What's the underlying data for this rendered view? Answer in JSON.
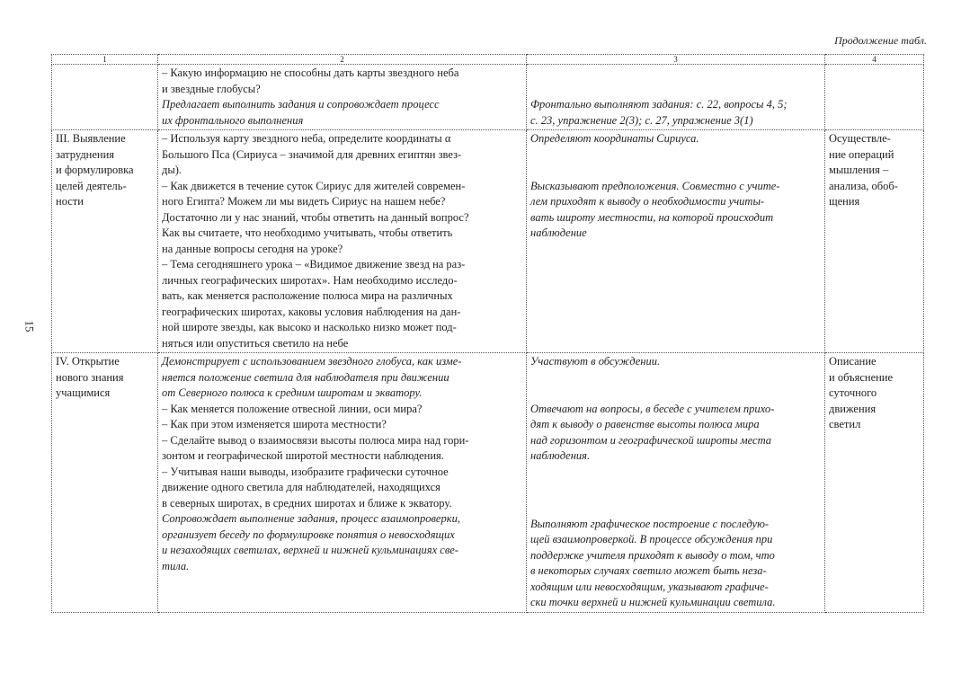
{
  "page_number": "15",
  "continuation": "Продолжение табл.",
  "headers": [
    "1",
    "2",
    "3",
    "4"
  ],
  "row0": {
    "c2_q": "– Какую информацию не способны дать карты звездного неба\nи звездные глобусы?",
    "c2_it": "Предлагает выполнить задания и сопровождает процесс\nих фронтального выполнения",
    "c3": "Фронтально выполняют задания: с. 22, вопросы 4, 5;\nс. 23, упражнение 2(3); с. 27, упражнение 3(1)"
  },
  "row1": {
    "c1": "III. Выявление\nзатруднения\nи формулировка\nцелей деятель-\nности",
    "c2": "– Используя карту звездного неба, определите координаты α\nБольшого Пса (Сириуса – значимой для древних египтян звез-\nды).\n– Как движется в течение суток Сириус для жителей современ-\nного Египта? Можем ли мы видеть Сириус на нашем небе?\nДостаточно ли у нас знаний, чтобы ответить на данный вопрос?\nКак вы считаете, что необходимо учитывать, чтобы ответить\nна данные вопросы сегодня на уроке?\n– Тема сегодняшнего урока – «Видимое движение звезд на раз-\nличных географических широтах». Нам необходимо исследо-\nвать, как меняется расположение полюса мира на различных\nгеографических широтах, каковы условия наблюдения на дан-\nной широте звезды, как высоко и насколько низко может под-\nняться или опуститься светило на небе",
    "c3_a": "Определяют координаты Сириуса.",
    "c3_b": "Высказывают предположения. Совместно с учите-\nлем приходят к выводу о необходимости учиты-\nвать широту местности, на которой происходит\nнаблюдение",
    "c4": "Осуществле-\nние операций\nмышления –\nанализа, обоб-\nщения"
  },
  "row2": {
    "c1": "IV. Открытие\nнового знания\nучащимися",
    "c2_it1": "Демонстрирует с использованием звездного глобуса, как изме-\nняется положение светила для наблюдателя при движении\nот Северного полюса к средним широтам и экватору.",
    "c2_q": "– Как меняется положение отвесной линии, оси мира?\n– Как при этом изменяется широта местности?\n– Сделайте вывод о взаимосвязи высоты полюса мира над гори-\nзонтом и географической широтой местности наблюдения.\n– Учитывая наши выводы, изобразите графически суточное\nдвижение одного светила для наблюдателей, находящихся\nв северных широтах, в средних широтах и ближе к экватору.",
    "c2_it2": "Сопровождает выполнение задания, процесс взаимопроверки,\nорганизует беседу по формулировке понятия о невосходящих\nи незаходящих светилах, верхней и нижней кульминациях све-\nтила.",
    "c3_a": "Участвуют в обсуждении.",
    "c3_b": "Отвечают на вопросы, в беседе с учителем прихо-\nдят к выводу о равенстве высоты полюса мира\nнад горизонтом и географической широты места\nнаблюдения.",
    "c3_c": "Выполняют графическое построение с последую-\nщей взаимопроверкой. В процессе обсуждения при\nподдержке учителя приходят к выводу о том, что\nв некоторых случаях светило может быть неза-\nходящим или невосходящим, указывают графиче-\nски точки верхней и нижней кульминации светила.",
    "c4": "Описание\nи объяснение\nсуточного\nдвижения\nсветил"
  }
}
